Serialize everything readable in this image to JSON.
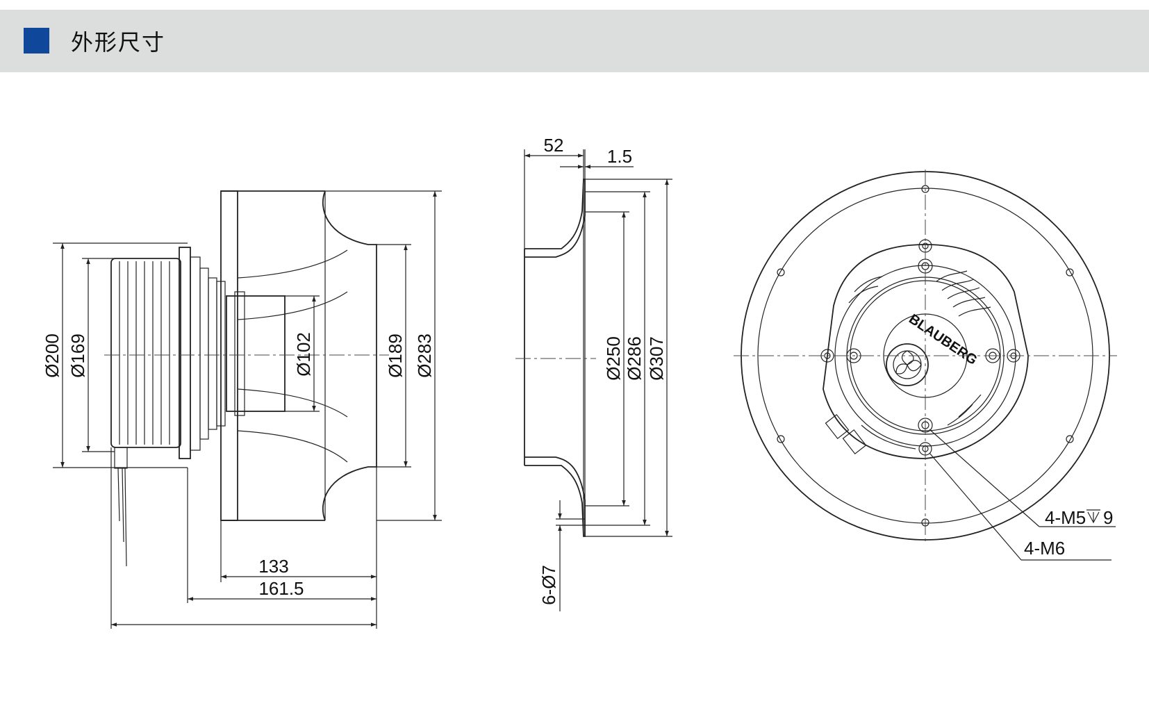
{
  "header": {
    "title": "外形尺寸",
    "accent_color": "#0f479a",
    "bar_color": "#dcdddd"
  },
  "side_view": {
    "dia_200": "Ø200",
    "dia_169": "Ø169",
    "dia_102": "Ø102",
    "dia_189": "Ø189",
    "dia_283": "Ø283",
    "len_133": "133",
    "len_161_5": "161.5"
  },
  "section_view": {
    "depth_52": "52",
    "thick_1_5": "1.5",
    "dia_250": "Ø250",
    "dia_286": "Ø286",
    "dia_307": "Ø307",
    "holes": "6-Ø7"
  },
  "front_view": {
    "brand": "BLAUBERG",
    "thread_m5": "4-M5",
    "thread_m5_depth": "9",
    "thread_m6": "4-M6"
  }
}
